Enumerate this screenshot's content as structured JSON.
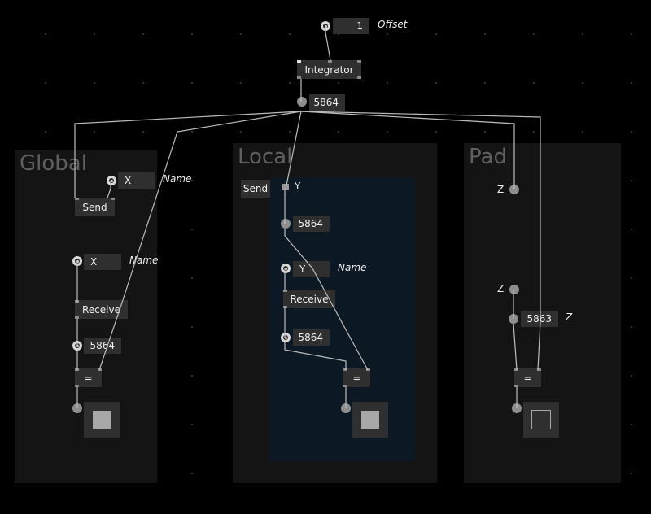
{
  "top": {
    "offset_value": "1",
    "offset_label": "Offset",
    "integrator_label": "Integrator",
    "output_value": "5864"
  },
  "groups": {
    "global": {
      "title": "Global",
      "send_channel": "X",
      "send_name_label": "Name",
      "send_label": "Send",
      "receive_channel": "X",
      "receive_name_label": "Name",
      "receive_label": "Receive",
      "receive_value": "5864",
      "equals_label": "=",
      "toggle_state": "on"
    },
    "local": {
      "title": "Local",
      "send_label": "Send",
      "send_channel": "Y",
      "input_value": "5864",
      "receive_channel": "Y",
      "receive_name_label": "Name",
      "receive_label": "Receive",
      "receive_value": "5864",
      "equals_label": "=",
      "toggle_state": "on"
    },
    "pad": {
      "title": "Pad",
      "pad_in_label": "Z",
      "pad_out_label": "Z",
      "pad_value": "5863",
      "pad_value_label": "Z",
      "equals_label": "=",
      "toggle_state": "off"
    }
  },
  "colors": {
    "background": "#000000",
    "group_fill": "#141414",
    "subpatch_fill": "#0c1824",
    "node_fill": "#2f2f2f",
    "wire": "#bdbdbd"
  }
}
